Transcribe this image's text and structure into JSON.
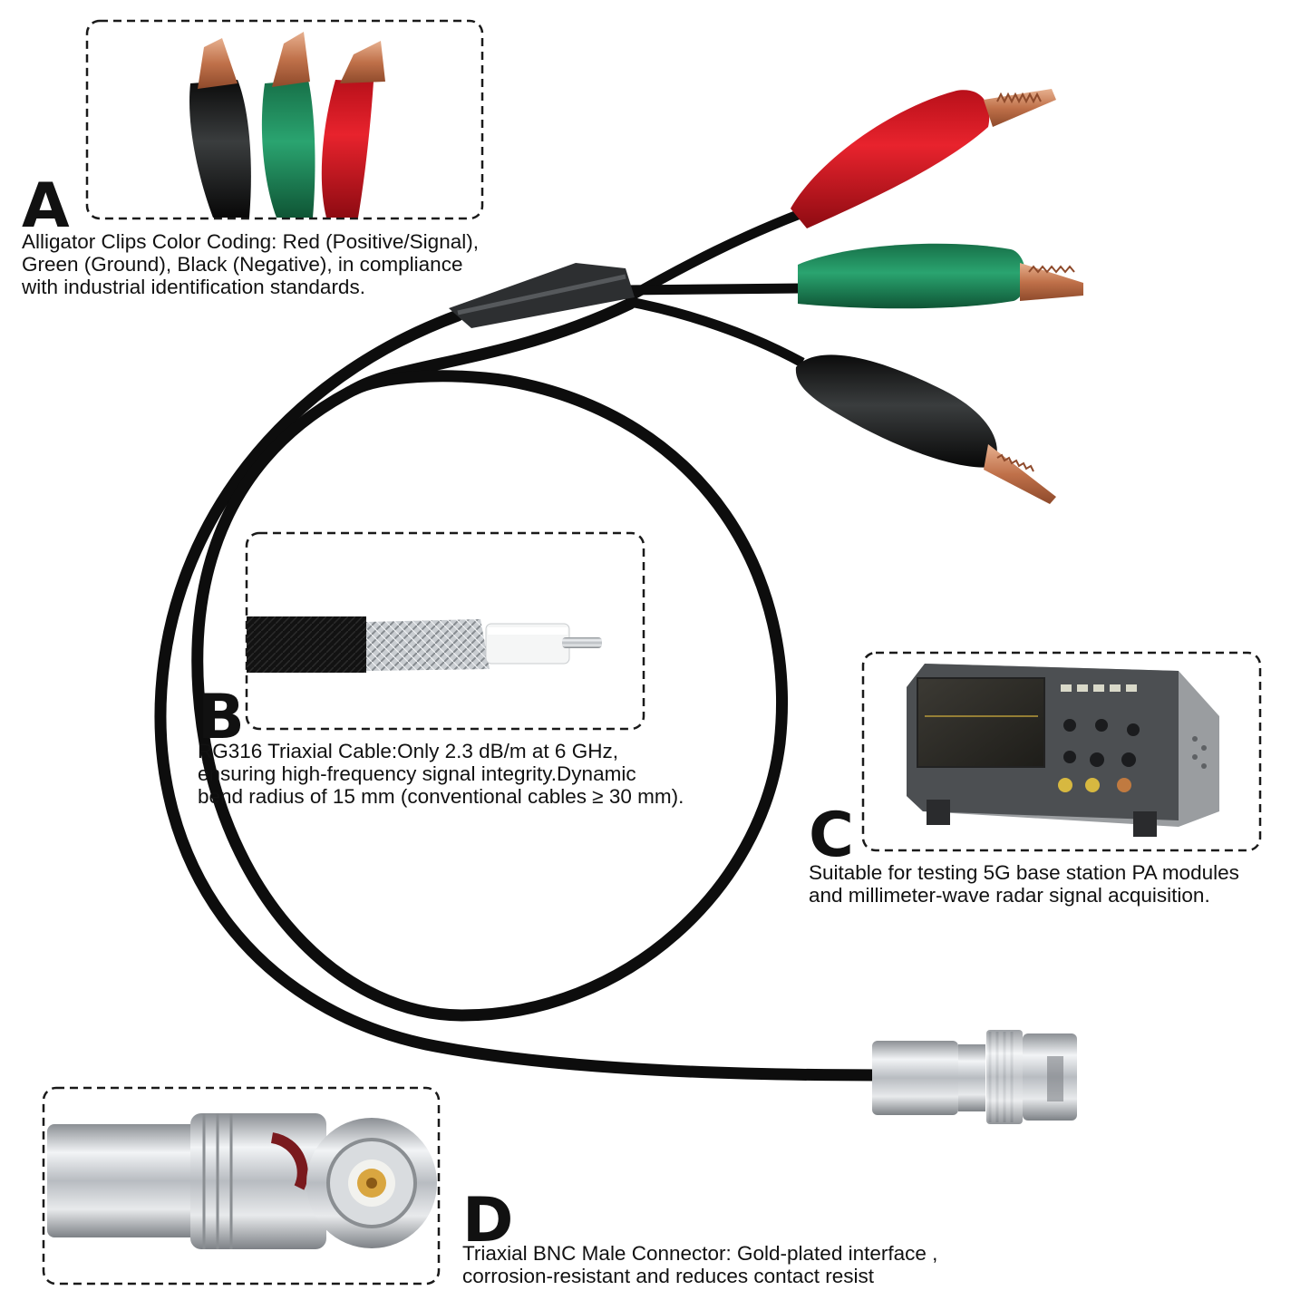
{
  "sections": [
    {
      "letter": "A",
      "caption": [
        "Alligator Clips Color Coding: Red (Positive/Signal),",
        "Green (Ground), Black (Negative), in compliance",
        "with industrial identification standards."
      ]
    },
    {
      "letter": "B",
      "caption": [
        "RG316 Triaxial Cable:Only 2.3 dB/m at 6 GHz,",
        "ensuring high-frequency signal integrity.Dynamic",
        "bend radius of 15 mm (conventional cables ≥ 30 mm)."
      ]
    },
    {
      "letter": "C",
      "caption": [
        "Suitable for testing 5G base station PA modules",
        "and millimeter-wave radar signal acquisition."
      ]
    },
    {
      "letter": "D",
      "caption": [
        "Triaxial BNC Male Connector: Gold-plated interface ,",
        "corrosion-resistant and reduces contact resist"
      ]
    }
  ],
  "colors": {
    "clip_red": "#d4141e",
    "clip_green": "#1e8a5a",
    "clip_black": "#1c1c1c",
    "copper": "#c97a52",
    "cable": "#0d0d0d",
    "chrome": "#bfc3c7",
    "gold": "#d9a640",
    "dashed_border": "#1a1a1a"
  },
  "icons": [
    "alligator-clip-red",
    "alligator-clip-green",
    "alligator-clip-black",
    "coax-cable-cutaway",
    "oscilloscope",
    "bnc-connector"
  ]
}
